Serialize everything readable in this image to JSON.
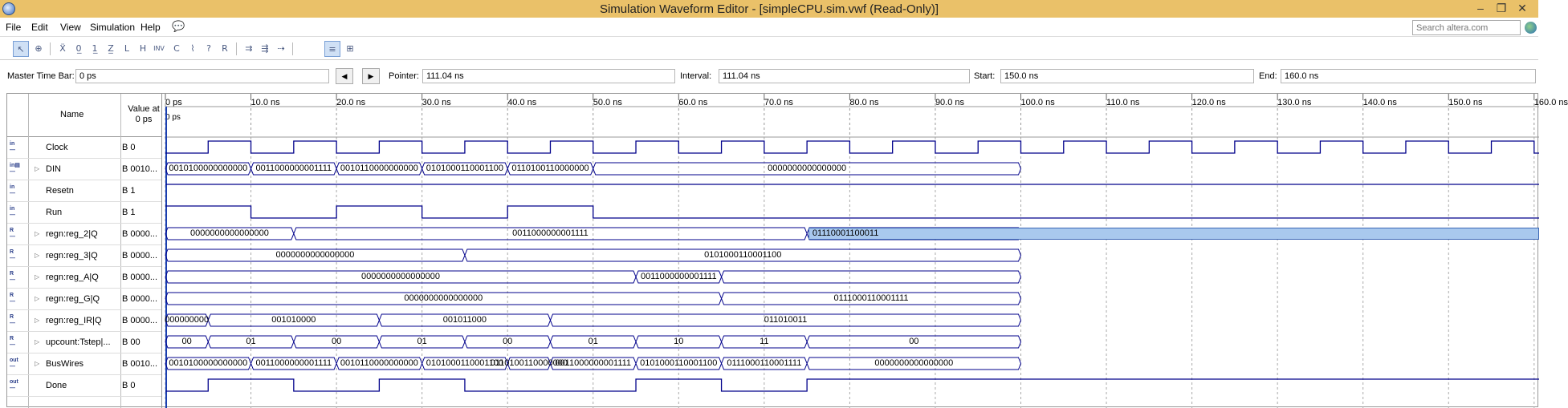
{
  "window": {
    "title": "Simulation Waveform Editor - [simpleCPU.sim.vwf (Read-Only)]"
  },
  "menu": {
    "items": [
      "File",
      "Edit",
      "View",
      "Simulation",
      "Help"
    ]
  },
  "search": {
    "placeholder": "Search altera.com"
  },
  "toolbar": {
    "icons": [
      "selection-tool",
      "zoom-tool",
      "forcing-unknown",
      "forcing-low",
      "forcing-high",
      "forcing-high-impedance",
      "weak-low",
      "weak-high",
      "invert",
      "count-value",
      "overwrite-clock",
      "arbitrary-value",
      "random-value",
      "snap-to-grid",
      "grid-options",
      "bus-grouping",
      "waveform-view",
      "table-view"
    ]
  },
  "timebar": {
    "master_label": "Master Time Bar:",
    "master_value": "0 ps",
    "pointer_label": "Pointer:",
    "pointer_value": "111.04 ns",
    "interval_label": "Interval:",
    "interval_value": "111.04 ns",
    "start_label": "Start:",
    "start_value": "150.0 ns",
    "end_label": "End:",
    "end_value": "160.0 ns",
    "prev_label": "◀",
    "next_label": "▶"
  },
  "header": {
    "name": "Name",
    "value_at_1": "Value at",
    "value_at_2": "0 ps"
  },
  "ruler": {
    "ticks": [
      "0 ps",
      "10.0 ns",
      "20.0 ns",
      "30.0 ns",
      "40.0 ns",
      "50.0 ns",
      "60.0 ns",
      "70.0 ns",
      "80.0 ns",
      "90.0 ns",
      "100.0 ns",
      "110.0 ns",
      "120.0 ns",
      "130.0 ns",
      "140.0 ns",
      "150.0 ns",
      "160.0 ns"
    ],
    "cursor_label": "0 ps"
  },
  "signals": [
    {
      "name": "Clock",
      "value": "B 0",
      "kind": "in",
      "expandable": false,
      "type": "clock"
    },
    {
      "name": "DIN",
      "value": "B 0010...",
      "kind": "in-bus",
      "expandable": true,
      "type": "bus",
      "segments": [
        [
          0,
          10,
          "0010100000000000"
        ],
        [
          10,
          20,
          "0011000000001111"
        ],
        [
          20,
          30,
          "0010110000000000"
        ],
        [
          30,
          40,
          "0101000110001100"
        ],
        [
          40,
          50,
          "0110100110000000"
        ],
        [
          50,
          100,
          "0000000000000000"
        ]
      ]
    },
    {
      "name": "Resetn",
      "value": "B 1",
      "kind": "in",
      "expandable": false,
      "type": "level",
      "transitions": [
        [
          0,
          1
        ]
      ]
    },
    {
      "name": "Run",
      "value": "B 1",
      "kind": "in",
      "expandable": false,
      "type": "level",
      "transitions": [
        [
          0,
          1
        ],
        [
          10,
          0
        ],
        [
          20,
          1
        ],
        [
          30,
          0
        ],
        [
          40,
          1
        ],
        [
          50,
          0
        ]
      ]
    },
    {
      "name": "regn:reg_2|Q",
      "value": "B 0000...",
      "kind": "reg",
      "expandable": true,
      "type": "bus",
      "segments": [
        [
          0,
          15,
          "0000000000000000"
        ],
        [
          15,
          75,
          "0011000000001111"
        ],
        [
          75,
          100,
          "01110001100011"
        ]
      ],
      "highlight_last": true
    },
    {
      "name": "regn:reg_3|Q",
      "value": "B 0000...",
      "kind": "reg",
      "expandable": true,
      "type": "bus",
      "segments": [
        [
          0,
          35,
          "0000000000000000"
        ],
        [
          35,
          100,
          "0101000110001100"
        ]
      ]
    },
    {
      "name": "regn:reg_A|Q",
      "value": "B 0000...",
      "kind": "reg",
      "expandable": true,
      "type": "bus",
      "segments": [
        [
          0,
          55,
          "0000000000000000"
        ],
        [
          55,
          65,
          "0011000000001111"
        ],
        [
          65,
          100,
          ""
        ]
      ]
    },
    {
      "name": "regn:reg_G|Q",
      "value": "B 0000...",
      "kind": "reg",
      "expandable": true,
      "type": "bus",
      "segments": [
        [
          0,
          65,
          "0000000000000000"
        ],
        [
          65,
          100,
          "0111000110001111"
        ]
      ]
    },
    {
      "name": "regn:reg_IR|Q",
      "value": "B 0000...",
      "kind": "reg",
      "expandable": true,
      "type": "bus",
      "segments": [
        [
          0,
          5,
          "000000000"
        ],
        [
          5,
          25,
          "001010000"
        ],
        [
          25,
          45,
          "001011000"
        ],
        [
          45,
          100,
          "011010011"
        ]
      ]
    },
    {
      "name": "upcount:Tstep|...",
      "value": "B 00",
      "kind": "reg",
      "expandable": true,
      "type": "bus",
      "segments": [
        [
          0,
          5,
          "00"
        ],
        [
          5,
          15,
          "01"
        ],
        [
          15,
          25,
          "00"
        ],
        [
          25,
          35,
          "01"
        ],
        [
          35,
          45,
          "00"
        ],
        [
          45,
          55,
          "01"
        ],
        [
          55,
          65,
          "10"
        ],
        [
          65,
          75,
          "11"
        ],
        [
          75,
          100,
          "00"
        ]
      ]
    },
    {
      "name": "BusWires",
      "value": "B 0010...",
      "kind": "out-bus",
      "expandable": true,
      "type": "bus",
      "segments": [
        [
          0,
          10,
          "0010100000000000"
        ],
        [
          10,
          20,
          "0011000000001111"
        ],
        [
          20,
          30,
          "0010110000000000"
        ],
        [
          30,
          40,
          "0101000110001100"
        ],
        [
          40,
          45,
          "0110100110000000"
        ],
        [
          45,
          55,
          "0011000000001111"
        ],
        [
          55,
          65,
          "0101000110001100"
        ],
        [
          65,
          75,
          "0111000110001111"
        ],
        [
          75,
          100,
          "0000000000000000"
        ]
      ]
    },
    {
      "name": "Done",
      "value": "B 0",
      "kind": "out",
      "expandable": false,
      "type": "level",
      "transitions": [
        [
          0,
          0
        ],
        [
          5,
          1
        ],
        [
          15,
          0
        ],
        [
          25,
          1
        ],
        [
          35,
          0
        ],
        [
          55,
          1
        ],
        [
          65,
          0
        ],
        [
          75,
          1
        ]
      ]
    }
  ],
  "colors": {
    "wave": "#00008b",
    "highlight": "#a9c9ee",
    "titlebar": "#eac169"
  }
}
